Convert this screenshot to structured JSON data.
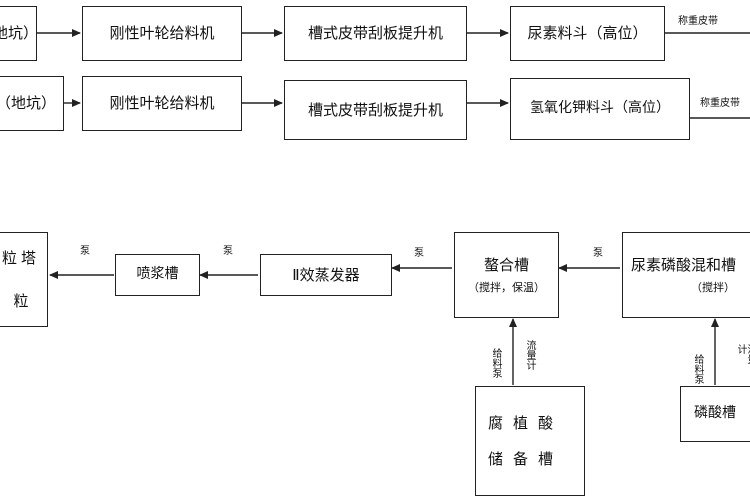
{
  "row1": {
    "source": "地坑）",
    "feeder": "刚性叶轮给料机",
    "elevator": "槽式皮带刮板提升机",
    "hopper": "尿素料斗（高位）",
    "note": "称重皮带"
  },
  "row2": {
    "source": "（地坑）",
    "feeder": "刚性叶轮给料机",
    "elevator": "槽式皮带刮板提升机",
    "hopper": "氢氧化钾料斗（高位）",
    "note": "称重皮带"
  },
  "process": {
    "tower_line1": "粒塔",
    "tower_line2": "粒",
    "spray": "喷浆槽",
    "evaporator": "Ⅱ效蒸发器",
    "chelation": "螯合槽",
    "chelation_sub": "（搅拌，保温）",
    "mixing": "尿素磷酸混和槽",
    "mixing_sub": "（搅拌）",
    "humic": "腐植酸储备槽",
    "phosphoric": "磷酸槽",
    "pump": "泵",
    "feed_pump": "给料泵",
    "flowmeter": "流量计"
  }
}
